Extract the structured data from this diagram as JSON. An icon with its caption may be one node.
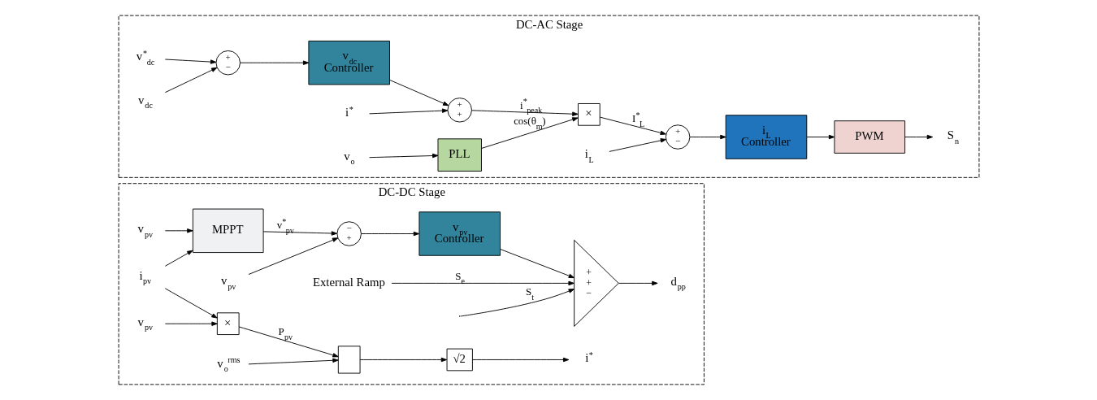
{
  "diagram": {
    "nodes": [
      {
        "text": [
          "DC-DC Stage"
        ]
      },
      {
        "text": [
          "v$_{pv}$"
        ],
        "in": 0
      },
      {
        "text": [
          "i$_{pv}$"
        ],
        "in": 0
      },
      {
        "text": [
          "MPPT"
        ],
        "in": 0
      },
      {
        "text": [
          "−",
          "+"
        ],
        "in": 0
      },
      {
        "text": [
          "v$_{pv}$"
        ],
        "in": 0
      },
      {
        "text": [
          "v$_{pv}$ Controller"
        ],
        "in": 0
      },
      {
        "text": [
          "External Ramp"
        ],
        "in": 0
      },
      {
        "text": [
          "+",
          "+",
          "−"
        ],
        "in": 0
      },
      {
        "text": [
          "d$_{pp}$"
        ],
        "in": 0
      },
      {
        "text": [
          "v$_{pv}$"
        ],
        "in": 0
      },
      {
        "text": [
          "×"
        ],
        "in": 0
      },
      {
        "text": [],
        "shape": "box",
        "in": 0
      },
      {
        "text": [
          "v$_{o}$$^{rms}$"
        ],
        "in": 0
      },
      {
        "text": [
          "√2"
        ],
        "in": 0
      },
      {
        "text": [
          "i$^{*}$"
        ],
        "in": 0
      },
      {
        "text": [
          "DC-AC Stage"
        ]
      },
      {
        "text": [
          "v$^{*}$$_{dc}$"
        ],
        "in": 16
      },
      {
        "text": [
          "+",
          "−"
        ],
        "in": 16
      },
      {
        "text": [
          "v$_{dc}$"
        ],
        "in": 16
      },
      {
        "text": [
          "v$_{dc}$ Controller"
        ],
        "in": 16
      },
      {
        "text": [
          "+",
          "+"
        ],
        "in": 16
      },
      {
        "text": [
          "i$^{*}$"
        ],
        "in": 16
      },
      {
        "text": [
          "v$_{o}$"
        ],
        "in": 16
      },
      {
        "text": [
          "PLL"
        ],
        "in": 16
      },
      {
        "text": [
          "×"
        ],
        "in": 16
      },
      {
        "text": [
          "+",
          "−"
        ],
        "in": 16
      },
      {
        "text": [
          "i$_{L}$"
        ],
        "in": 16
      },
      {
        "text": [
          "i$_{L}$ Controller"
        ],
        "in": 16
      },
      {
        "text": [
          "PWM"
        ],
        "in": 16
      },
      {
        "text": [
          "S$_{n}$"
        ],
        "in": 16
      }
    ],
    "edges": [
      {
        "from": 1,
        "to": 3,
        "arrow": "to"
      },
      {
        "from": 2,
        "to": 3,
        "arrow": "to"
      },
      {
        "from": 2,
        "to": 11,
        "arrow": "to"
      },
      {
        "from": 3,
        "to": 4,
        "arrow": "to",
        "label": "v$^{*}$$_{pv}$"
      },
      {
        "from": 5,
        "to": 4,
        "arrow": "to"
      },
      {
        "from": 4,
        "to": 6,
        "arrow": "to"
      },
      {
        "from": 6,
        "to": 8,
        "arrow": "to"
      },
      {
        "from": 7,
        "to": 8,
        "arrow": "to",
        "label": "S$_{e}$"
      },
      {
        "from": null,
        "to": 8,
        "arrow": "to",
        "label": "S$_{t}$"
      },
      {
        "from": 8,
        "to": 9,
        "arrow": "to"
      },
      {
        "from": 10,
        "to": 11,
        "arrow": "to"
      },
      {
        "from": 11,
        "to": 12,
        "arrow": "to",
        "label": "P$_{pv}$"
      },
      {
        "from": 13,
        "to": 12,
        "arrow": "to"
      },
      {
        "from": 12,
        "to": 14,
        "arrow": "to"
      },
      {
        "from": 14,
        "to": 15,
        "arrow": "to"
      },
      {
        "from": 17,
        "to": 18,
        "arrow": "to"
      },
      {
        "from": 19,
        "to": 18,
        "arrow": "to"
      },
      {
        "from": 18,
        "to": 20,
        "arrow": "to"
      },
      {
        "from": 20,
        "to": 21,
        "arrow": "to"
      },
      {
        "from": 22,
        "to": 21,
        "arrow": "to"
      },
      {
        "from": 21,
        "to": 25,
        "arrow": "to",
        "label": "i$^{*}$$_{peak}$"
      },
      {
        "from": 23,
        "to": 24,
        "arrow": "to"
      },
      {
        "from": 24,
        "to": 25,
        "arrow": "to",
        "label": "cos(θ$_{m}$)"
      },
      {
        "from": 25,
        "to": 26,
        "arrow": "to",
        "label": "I$^{*}$$_{L}$"
      },
      {
        "from": 27,
        "to": 26,
        "arrow": "to"
      },
      {
        "from": 26,
        "to": 28,
        "arrow": "to"
      },
      {
        "from": 28,
        "to": 29,
        "arrow": "to"
      },
      {
        "from": 29,
        "to": 30,
        "arrow": "to"
      }
    ]
  }
}
